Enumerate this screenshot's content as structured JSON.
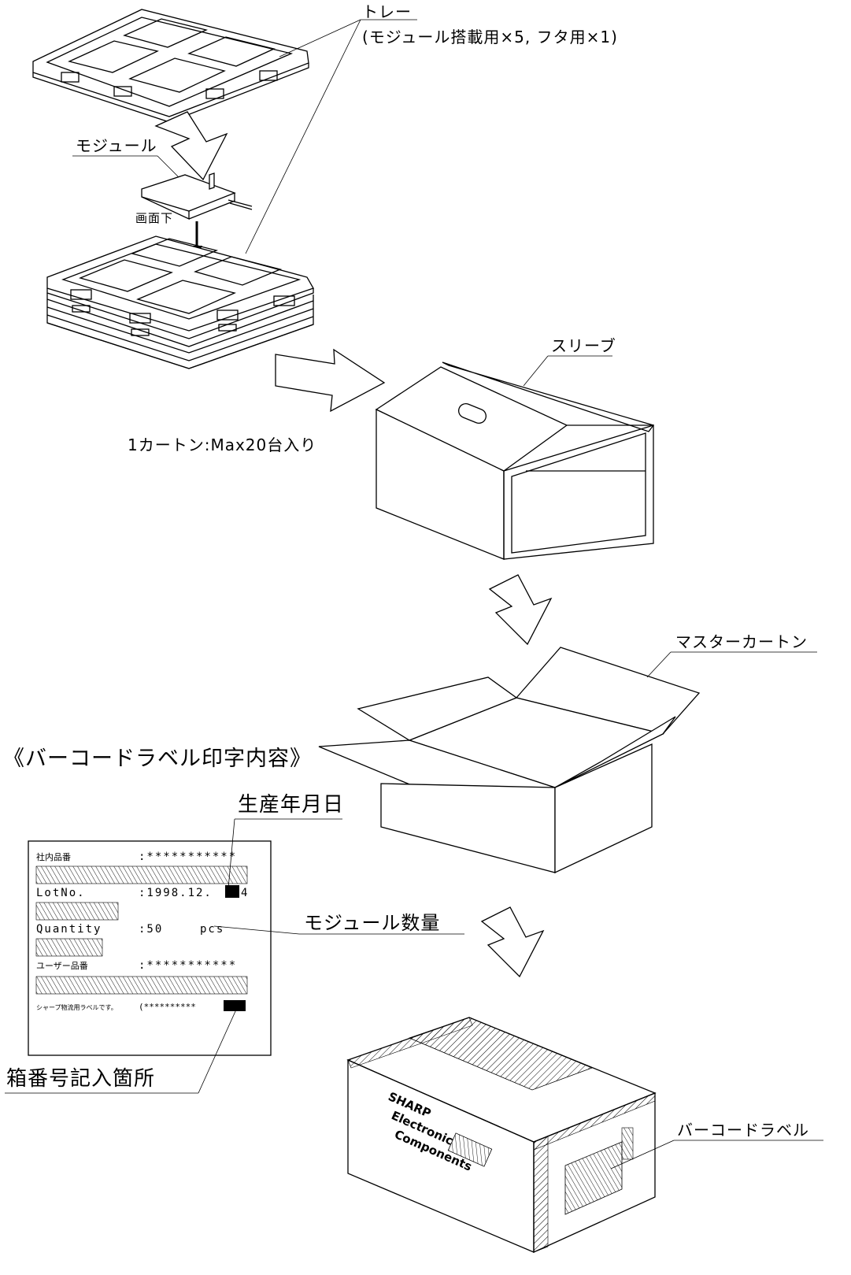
{
  "callouts": {
    "tray": "トレー",
    "tray_note": "(モジュール搭載用×5, フタ用×1)",
    "module": "モジュール",
    "screen_down": "画面下",
    "sleeve": "スリーブ",
    "carton_capacity": "1カートン:Max20台入り",
    "master_carton": "マスターカートン",
    "barcode_heading": "《バーコードラベル印字内容》",
    "production_date": "生産年月日",
    "module_quantity": "モジュール数量",
    "box_number_field": "箱番号記入箇所",
    "barcode_label": "バーコードラベル"
  },
  "label": {
    "internal_part_no": "社内品番",
    "internal_part_value": ":***********",
    "lot_no": "LotNo.",
    "lot_value": ":1998.12.",
    "lot_tail": "4",
    "quantity": "Quantity",
    "quantity_value": ":50",
    "quantity_unit": "pcs",
    "user_part_no": "ユーザー品番",
    "user_part_value": ":***********",
    "footer": "シャープ物流用ラベルです。",
    "footer_value": "(**********"
  },
  "carton_print": {
    "brand": "SHARP",
    "line1": "Electronic",
    "line2": "Components"
  },
  "colors": {
    "ink": "#000000",
    "paper": "#ffffff"
  }
}
